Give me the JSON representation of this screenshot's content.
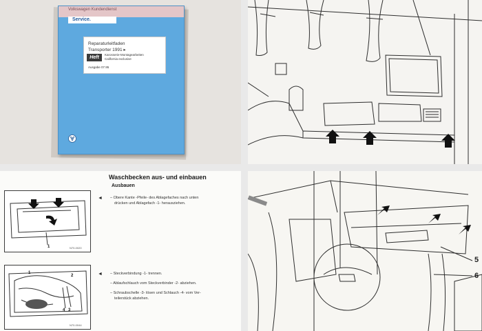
{
  "book": {
    "top_strip": "Volkswagen Kundendienst",
    "service_label": "Service.",
    "title_line1": "Reparaturleitfaden",
    "title_line2": "Transporter 1991 ▸",
    "heft": "Heft",
    "subtitle1": "Karosserie-Montagearbeiten",
    "subtitle2": "California exclusive",
    "ausgabe": "Ausgabe 07.95",
    "colors": {
      "cover": "#5ea9df",
      "label": "#ffffff",
      "top": "#e4c6c8"
    }
  },
  "instructions": {
    "title": "Waschbecken aus- und einbauen",
    "subtitle": "Ausbauen",
    "marker": "◄",
    "step1": [
      "– Obere Kante -Pfeile- des Ablagefaches nach unten",
      "drücken und Ablagefach -1- herausziehen."
    ],
    "step2": "– Steckverbindung -1- trennen.",
    "step3": "– Ablaufschlauch vom Steckverbinder -2- abziehen.",
    "step4": [
      "– Schraubschelle -3- lösen und Schlauch -4- vom Ver-",
      "teilerstück abziehen."
    ],
    "fig1": {
      "code": "N70-0020",
      "label1": "1"
    },
    "fig2": {
      "code": "N70-0044",
      "label1": "1",
      "label2": "2",
      "label3": "3",
      "label4": "4"
    }
  },
  "diagram_right": {
    "label5": "5",
    "label6": "6"
  }
}
